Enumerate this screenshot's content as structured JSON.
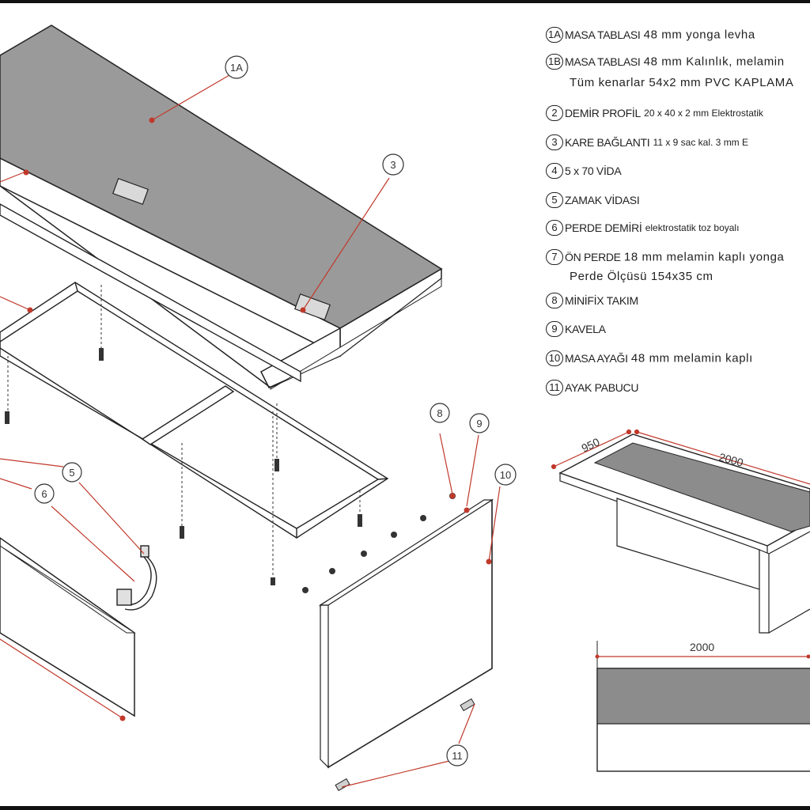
{
  "legend": {
    "items": [
      {
        "num": "1A",
        "name": "MASA TABLASI",
        "detail": "48 mm yonga levha"
      },
      {
        "num": "1B",
        "name": "MASA TABLASI",
        "detail": "48 mm Kalınlık, melamin"
      },
      {
        "num": "",
        "name": "",
        "detail": "Tüm kenarlar 54x2 mm PVC KAPLAMA"
      },
      {
        "num": "2",
        "name": "DEMİR PROFİL",
        "detail": "20 x 40 x 2 mm  Elektrostatik"
      },
      {
        "num": "3",
        "name": "KARE BAĞLANTI",
        "detail": "11 x 9 sac kal. 3 mm  E"
      },
      {
        "num": "4",
        "name": "5 x 70 VİDA",
        "detail": ""
      },
      {
        "num": "5",
        "name": "ZAMAK VİDASI",
        "detail": ""
      },
      {
        "num": "6",
        "name": "PERDE DEMİRİ",
        "detail": "elektrostatik toz boyalı"
      },
      {
        "num": "7",
        "name": "ÖN PERDE",
        "detail": "18 mm  melamin kaplı yonga"
      },
      {
        "num": "",
        "name": "",
        "detail": "Perde Ölçüsü 154x35 cm"
      },
      {
        "num": "8",
        "name": "MİNİFİX TAKIM",
        "detail": ""
      },
      {
        "num": "9",
        "name": "KAVELA",
        "detail": ""
      },
      {
        "num": "10",
        "name": "MASA AYAĞI",
        "detail": "48 mm  melamin kaplı"
      },
      {
        "num": "11",
        "name": "AYAK PABUCU",
        "detail": ""
      }
    ]
  },
  "callouts": {
    "c1a": "1A",
    "c3": "3",
    "c5": "5",
    "c6": "6",
    "c8": "8",
    "c9": "9",
    "c10": "10",
    "c11": "11"
  },
  "dimensions": {
    "top_width": "950",
    "top_length": "2000",
    "front_length": "2000"
  },
  "colors": {
    "panel_gray": "#8c8c8c",
    "leader_red": "#c0392b",
    "line": "#222222"
  }
}
